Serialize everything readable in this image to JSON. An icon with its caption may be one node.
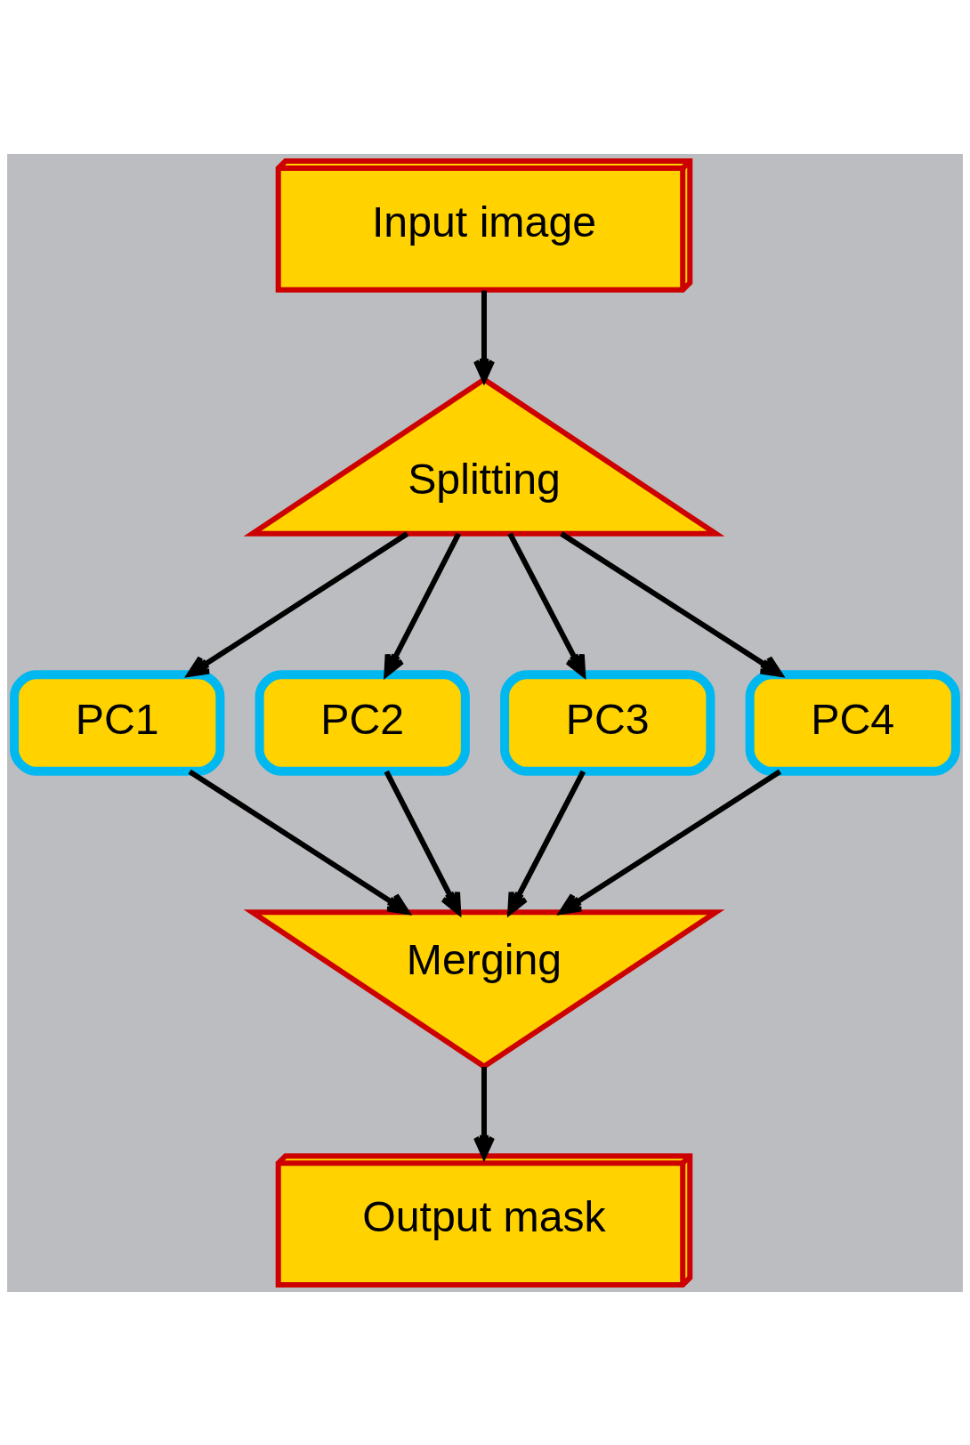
{
  "diagram": {
    "nodes": [
      {
        "text": [
          "Input image"
        ]
      },
      {
        "text": [
          "Splitting"
        ]
      },
      {
        "text": [
          "PC1"
        ]
      },
      {
        "text": [
          "PC2"
        ]
      },
      {
        "text": [
          "PC3"
        ]
      },
      {
        "text": [
          "PC4"
        ]
      },
      {
        "text": [
          "Merging"
        ]
      },
      {
        "text": [
          "Output mask"
        ]
      }
    ],
    "edges": [
      {
        "from": 0,
        "to": 1,
        "arrow": "to"
      },
      {
        "from": 1,
        "to": 2,
        "arrow": "to"
      },
      {
        "from": 1,
        "to": 3,
        "arrow": "to"
      },
      {
        "from": 1,
        "to": 4,
        "arrow": "to"
      },
      {
        "from": 1,
        "to": 5,
        "arrow": "to"
      },
      {
        "from": 2,
        "to": 6,
        "arrow": "to"
      },
      {
        "from": 3,
        "to": 6,
        "arrow": "to"
      },
      {
        "from": 4,
        "to": 6,
        "arrow": "to"
      },
      {
        "from": 5,
        "to": 6,
        "arrow": "to"
      },
      {
        "from": 6,
        "to": 7,
        "arrow": "to"
      }
    ]
  }
}
